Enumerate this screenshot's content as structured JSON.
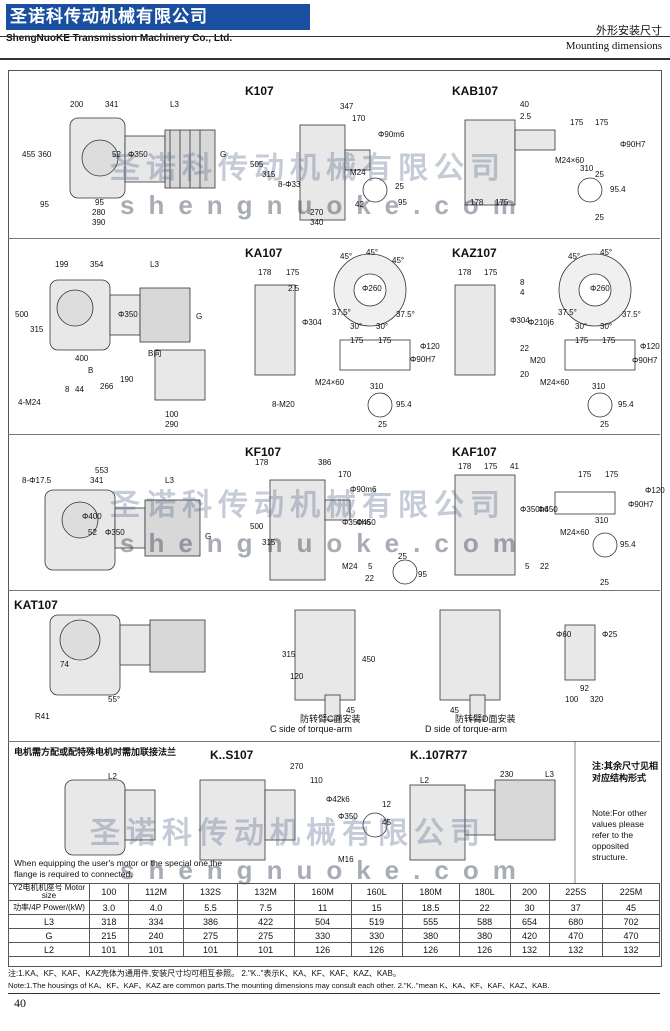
{
  "header": {
    "company_cn": "圣诺科传动机械有限公司",
    "company_en": "ShengNuoKE Transmission Machinery Co., Ltd.",
    "section_cn": "外形安装尺寸",
    "section_en": "Mounting dimensions"
  },
  "watermark": {
    "cn": "圣诺科传动机械有限公司",
    "en": "shengnuoke.com"
  },
  "models": {
    "k107": "K107",
    "kab107": "KAB107",
    "ka107": "KA107",
    "kaz107": "KAZ107",
    "kf107": "KF107",
    "kaf107": "KAF107",
    "kat107": "KAT107",
    "ks107": "K..S107",
    "kr77": "K..107R77"
  },
  "dims": {
    "k107": [
      "200",
      "341",
      "L3",
      "455",
      "360",
      "95",
      "52",
      "Φ350",
      "95",
      "280",
      "390",
      "G"
    ],
    "k107_side": [
      "347",
      "170",
      "Φ90m6",
      "505",
      "315",
      "8-Φ33",
      "M24",
      "25",
      "95",
      "42",
      "270",
      "340"
    ],
    "kab107": [
      "40",
      "2.5",
      "175",
      "175",
      "Φ90H7",
      "M24×60",
      "310",
      "178",
      "175",
      "25",
      "95.4",
      "25"
    ],
    "ka107": [
      "199",
      "354",
      "L3",
      "500",
      "315",
      "Φ350",
      "G",
      "400",
      "B向",
      "266",
      "190",
      "100",
      "290",
      "B",
      "8",
      "44",
      "4-M24",
      "178",
      "175",
      "2.5",
      "Φ304",
      "8-M20"
    ],
    "ka107_flange": [
      "45°",
      "45°",
      "45°",
      "Φ260",
      "37.5°",
      "30°",
      "30°",
      "37.5°",
      "175",
      "175",
      "Φ90H7",
      "Φ120",
      "M24×60",
      "310",
      "25",
      "95.4"
    ],
    "kaz107": [
      "178",
      "175",
      "8",
      "4",
      "Φ304",
      "Φ210j6",
      "22",
      "20",
      "M20",
      "45°",
      "45°",
      "Φ260",
      "37.5°",
      "30°",
      "30°",
      "37.5°",
      "175",
      "175",
      "Φ90H7",
      "Φ120",
      "M24×60",
      "310",
      "25",
      "95.4"
    ],
    "kf107": [
      "553",
      "8-Φ17.5",
      "341",
      "L3",
      "Φ400",
      "52",
      "Φ350",
      "G",
      "178",
      "386",
      "170",
      "Φ90m6",
      "500",
      "315",
      "Φ350h6",
      "Φ450",
      "M24",
      "5",
      "22",
      "25",
      "95"
    ],
    "kaf107": [
      "178",
      "175",
      "41",
      "Φ350h6",
      "Φ450",
      "M24×60",
      "5",
      "22",
      "175",
      "175",
      "Φ90H7",
      "Φ120",
      "310",
      "25",
      "95.4"
    ],
    "kat107": [
      "74",
      "55°",
      "R41",
      "315",
      "120",
      "450",
      "45",
      "Φ60",
      "Φ25",
      "92",
      "100",
      "320"
    ],
    "kat_c_cn": "防转臂C面安装",
    "kat_c_en": "C side of torque-arm",
    "kat_d_cn": "防转臂D面安装",
    "kat_d_en": "D side of torque-arm",
    "ks107": [
      "270",
      "110",
      "Φ42k6",
      "Φ350",
      "12",
      "45",
      "M16"
    ],
    "kr77": [
      "230",
      "L3",
      "L2"
    ],
    "l2": "L2"
  },
  "notes": {
    "flange_cn": "电机需方配或配特殊电机时需加联接法兰",
    "flange_en": "When equipping the user's motor or the special one,the flange is required to connected.",
    "other_cn": "注:其余尺寸见相对应结构形式",
    "other_en": "Note:For other values please refer to the opposited structure."
  },
  "table": {
    "header_label": "Y2电机机座号 Motor size",
    "power_label": "功率/4P Power/(kW)",
    "sizes": [
      "100",
      "112M",
      "132S",
      "132M",
      "160M",
      "160L",
      "180M",
      "180L",
      "200",
      "225S",
      "225M"
    ],
    "power": [
      "3.0",
      "4.0",
      "5.5",
      "7.5",
      "11",
      "15",
      "18.5",
      "22",
      "30",
      "37",
      "45"
    ],
    "L3": [
      "318",
      "334",
      "386",
      "422",
      "504",
      "519",
      "555",
      "588",
      "654",
      "680",
      "702"
    ],
    "G": [
      "215",
      "240",
      "275",
      "275",
      "330",
      "330",
      "380",
      "380",
      "420",
      "470",
      "470"
    ],
    "L2": [
      "101",
      "101",
      "101",
      "101",
      "126",
      "126",
      "126",
      "126",
      "132",
      "132",
      "132"
    ],
    "rows": [
      "L3",
      "G",
      "L2"
    ]
  },
  "footnotes": {
    "cn": "注:1.KA、KF、KAF、KAZ壳体为通用件,安装尺寸均可相互参照。 2.\"K..\"表示K、KA、KF、KAF、KAZ、KAB。",
    "en": "Note:1.The housings of KA、KF、KAF、KAZ are common parts.The mounting dimensions may consult each other. 2.\"K..\"mean K、KA、KF、KAF、KAZ、KAB."
  },
  "page_number": "40"
}
